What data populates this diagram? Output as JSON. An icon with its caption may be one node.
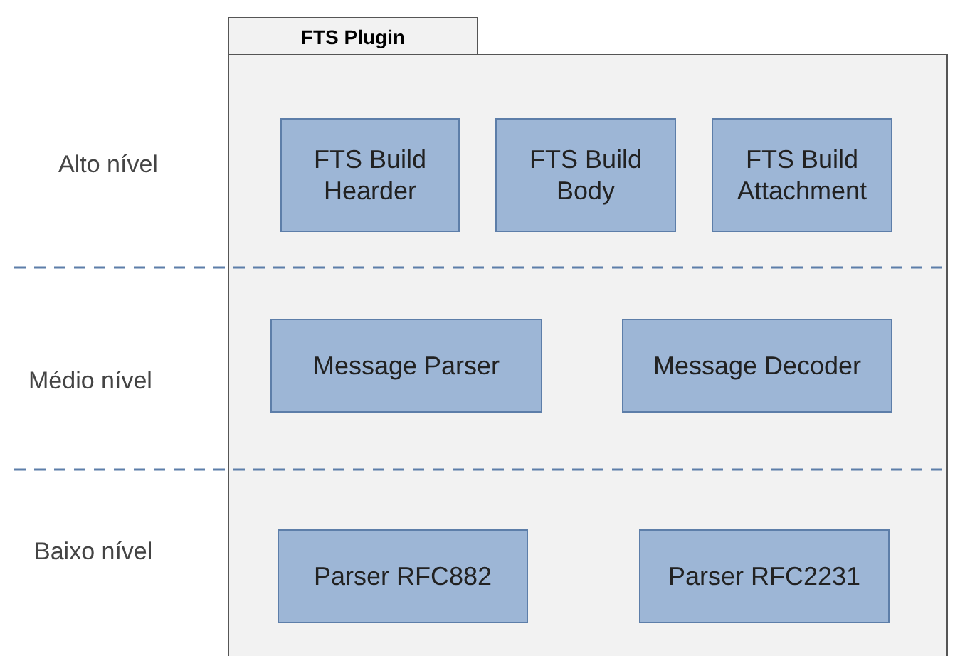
{
  "diagram": {
    "nodes": [
      {
        "text": [
          "FTS Plugin"
        ]
      },
      {
        "text": [
          "FTS Build Hearder"
        ],
        "in": 0
      },
      {
        "text": [
          "FTS Build Body"
        ],
        "in": 0
      },
      {
        "text": [
          "FTS Build Attachment"
        ],
        "in": 0
      },
      {
        "text": [
          "Message Parser"
        ],
        "in": 0
      },
      {
        "text": [
          "Message Decoder"
        ],
        "in": 0
      },
      {
        "text": [
          "Parser RFC882"
        ],
        "in": 0
      },
      {
        "text": [
          "Parser RFC2231"
        ],
        "in": 0
      }
    ],
    "edges": [],
    "labels": [
      "Alto nível",
      "Médio nível",
      "Baixo nível"
    ]
  }
}
